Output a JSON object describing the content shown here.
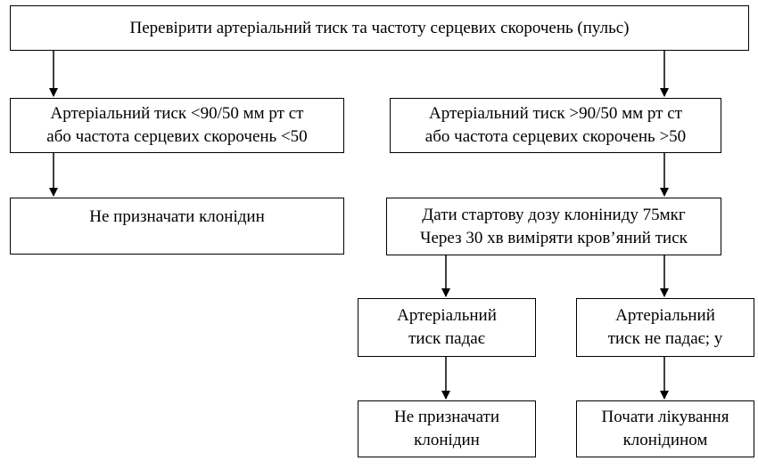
{
  "flowchart": {
    "start": {
      "label": "Перевірити артеріальний тиск та частоту серцевих скорочень (пульс)"
    },
    "left_condition": {
      "line1": "Артеріальний тиск <90/50 мм рт ст",
      "line2": "або частота серцевих скорочень  <50"
    },
    "left_result": {
      "label": "Не призначати клонідин"
    },
    "right_condition": {
      "line1": "Артеріальний тиск >90/50 мм рт ст",
      "line2": "або частота серцевих скорочень  >50"
    },
    "start_dose": {
      "line1": "Дати стартову дозу клоніниду 75мкг",
      "line2": "Через 30 хв виміряти кров’яний тиск"
    },
    "pressure_drops": {
      "line1": "Артеріальний",
      "line2": "тиск падає"
    },
    "pressure_not_drops": {
      "line1": "Артеріальний",
      "line2": "тиск не падає; у"
    },
    "drops_result": {
      "line1": "Не призначати",
      "line2": "клонідин"
    },
    "not_drops_result": {
      "line1": "Почати лікування",
      "line2": "клонідином"
    }
  }
}
